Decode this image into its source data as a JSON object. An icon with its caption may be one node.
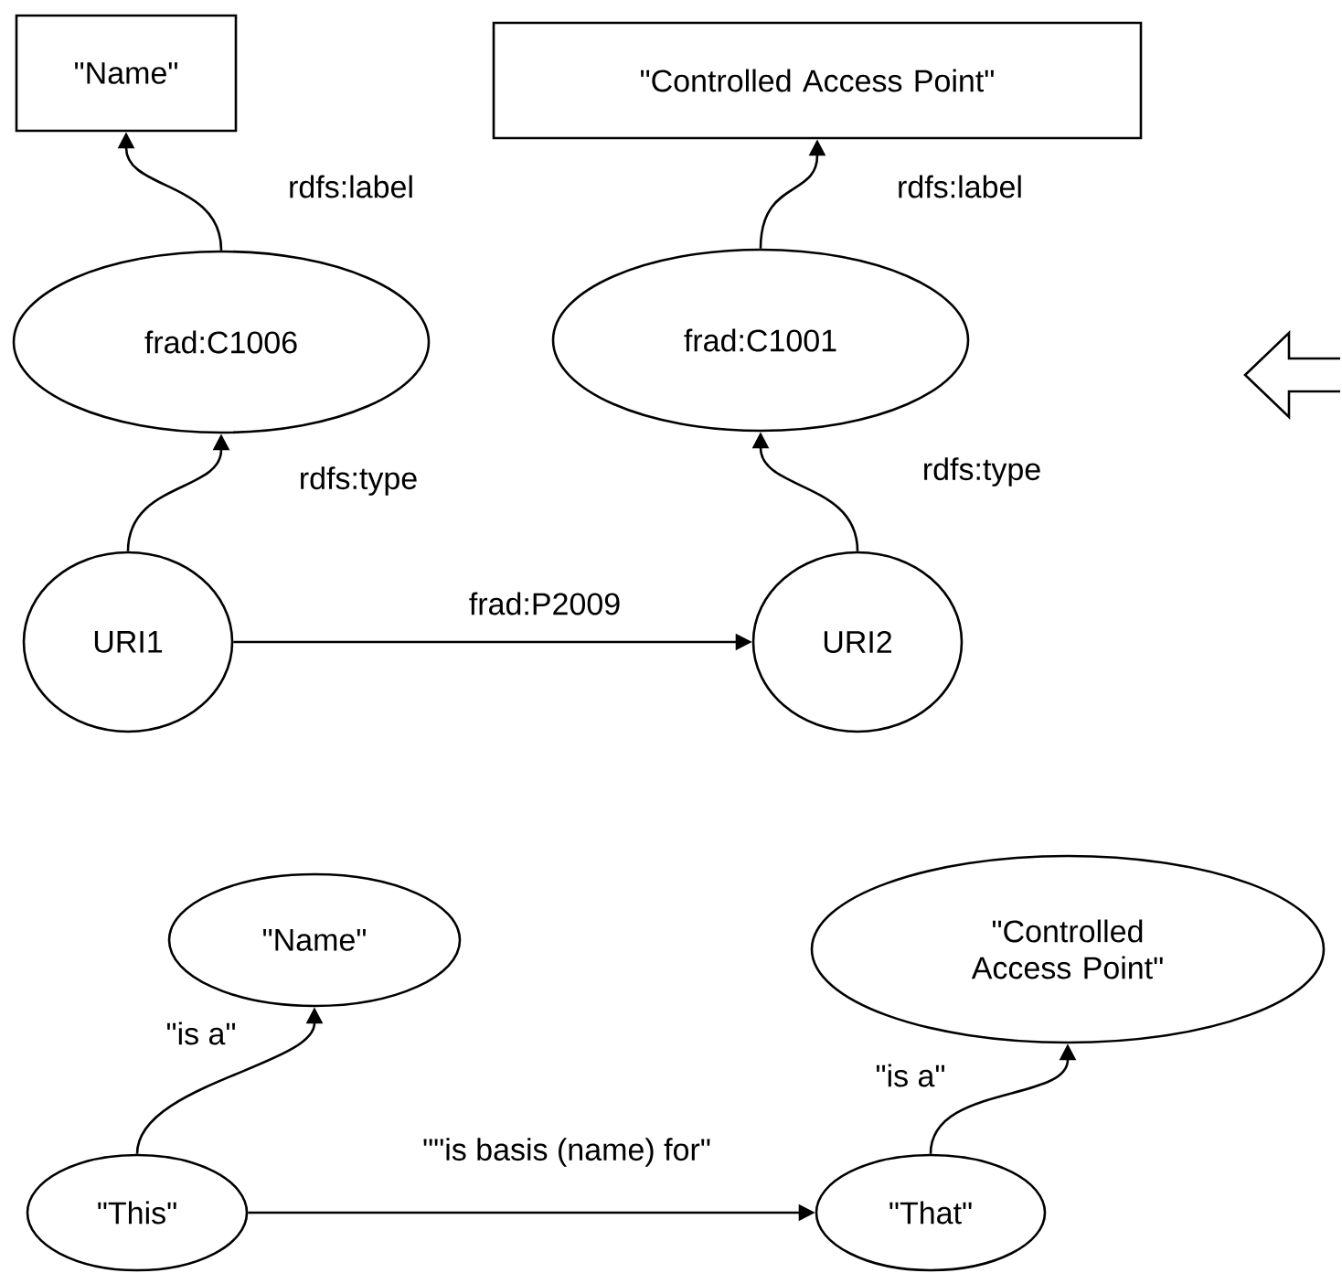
{
  "diagram": {
    "nodes": [
      {
        "text": [
          "\"Name\""
        ]
      },
      {
        "text": [
          "\"Controlled Access Point\""
        ]
      },
      {
        "text": [
          "frad:C1006"
        ]
      },
      {
        "text": [
          "frad:C1001"
        ]
      },
      {
        "text": [
          "URI1"
        ]
      },
      {
        "text": [
          "URI2"
        ]
      },
      {
        "text": [
          "\"Name\""
        ]
      },
      {
        "text": [
          "\"Controlled Access Point\""
        ]
      },
      {
        "text": [
          "\"This\""
        ]
      },
      {
        "text": [
          "\"That\""
        ]
      }
    ],
    "edges": [
      {
        "from": 2,
        "to": 0,
        "arrow": "to",
        "label": "rdfs:label"
      },
      {
        "from": 3,
        "to": 1,
        "arrow": "to",
        "label": "rdfs:label"
      },
      {
        "from": 4,
        "to": 2,
        "arrow": "to",
        "label": "rdfs:type"
      },
      {
        "from": 5,
        "to": 3,
        "arrow": "to",
        "label": "rdfs:type"
      },
      {
        "from": 4,
        "to": 5,
        "arrow": "to",
        "label": "frad:P2009"
      },
      {
        "from": 8,
        "to": 6,
        "arrow": "to",
        "label": "\"is a\""
      },
      {
        "from": 9,
        "to": 7,
        "arrow": "to",
        "label": "\"is a\""
      },
      {
        "from": 8,
        "to": 9,
        "arrow": "to",
        "label": "\"\"is basis (name) for\""
      }
    ]
  }
}
